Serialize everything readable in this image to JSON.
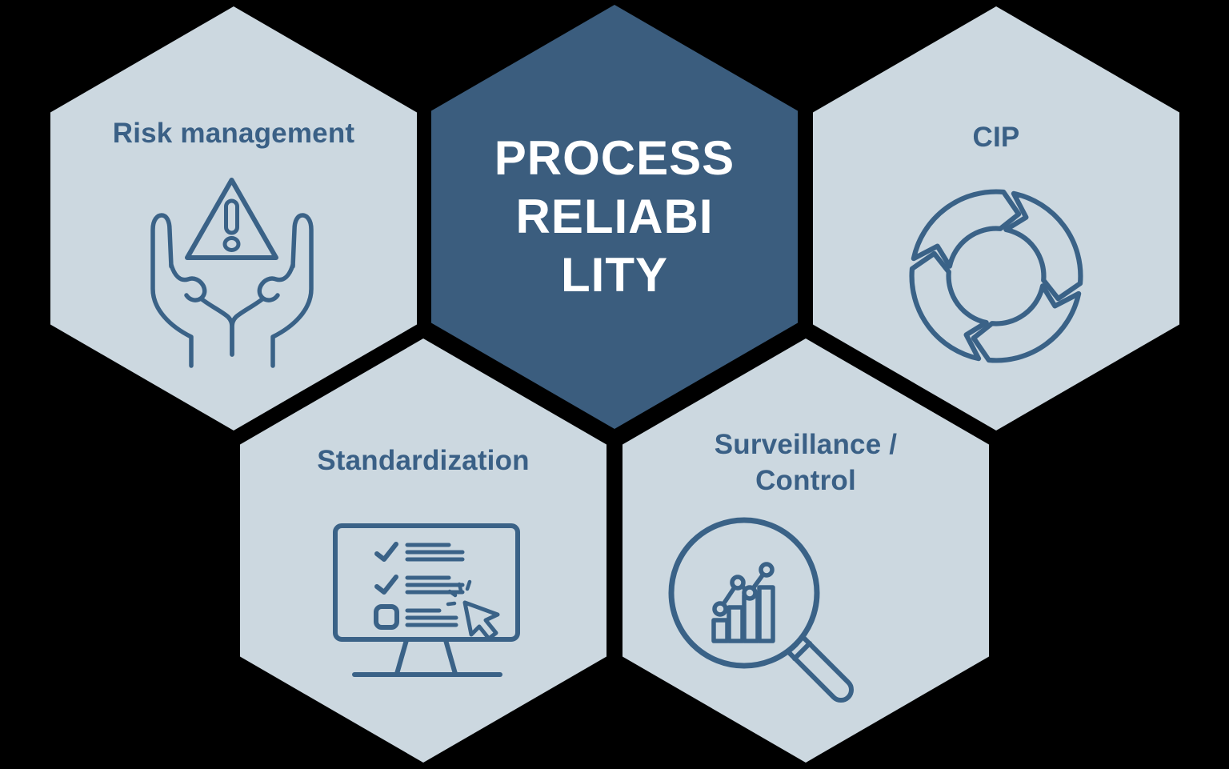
{
  "title": {
    "line1": "PROCESS",
    "line2": "RELIABI",
    "line3": "LITY",
    "full": "PROCESS RELIABILITY"
  },
  "hexagons": {
    "risk": {
      "label": "Risk management",
      "icon": "hands-holding-warning-triangle-icon"
    },
    "cip": {
      "label": "CIP",
      "icon": "continuous-improvement-cycle-arrows-icon"
    },
    "standardization": {
      "label": "Standardization",
      "icon": "monitor-checklist-cursor-icon"
    },
    "surveillance": {
      "label_line1": "Surveillance /",
      "label_line2": "Control",
      "icon": "magnifier-bar-chart-icon"
    }
  },
  "colors": {
    "background": "#000000",
    "hexagon_light_fill": "#ccd8e0",
    "hexagon_dark_fill": "#3b5d7e",
    "label_text_blue": "#3a6086",
    "icon_stroke_blue": "#3a6287",
    "center_title_text": "#ffffff"
  }
}
